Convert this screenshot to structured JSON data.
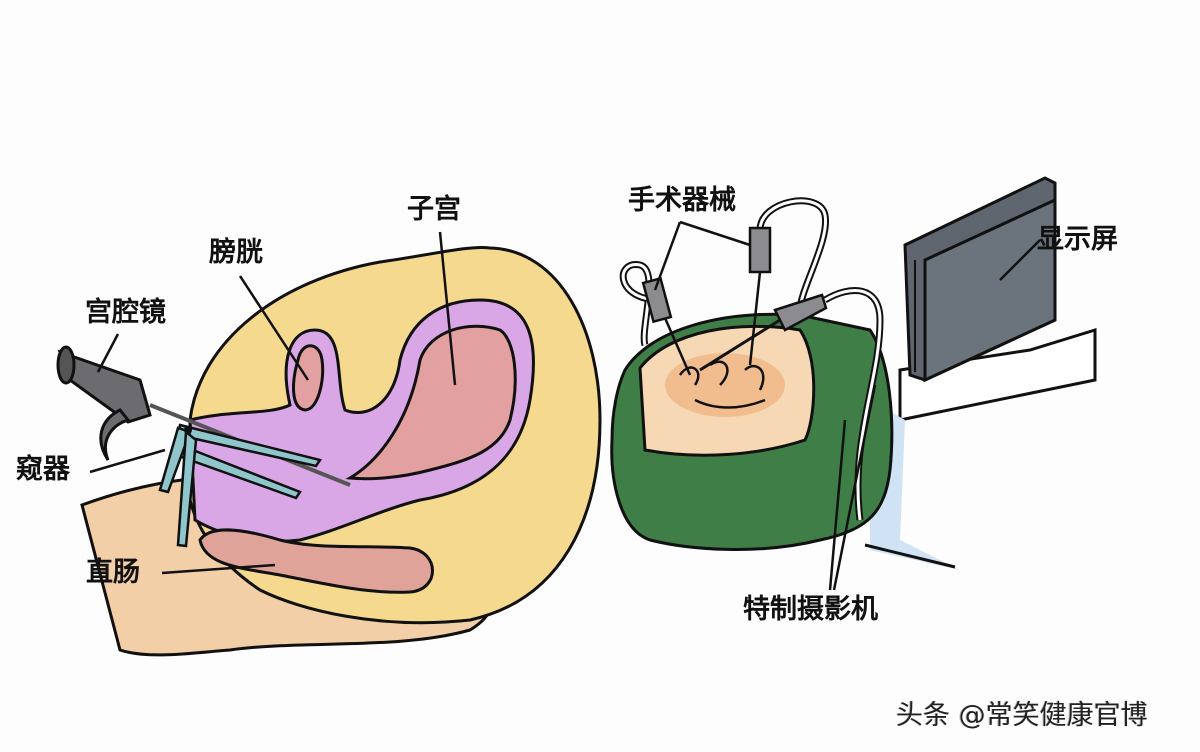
{
  "left_diagram": {
    "title": "Hysteroscopy sagittal view",
    "labels": {
      "uterus": "子宫",
      "bladder": "膀胱",
      "hysteroscope": "宫腔镜",
      "speculum": "窥器",
      "rectum": "直肠"
    }
  },
  "right_diagram": {
    "title": "Laparoscopy setup",
    "labels": {
      "surgical_instruments": "手术器械",
      "monitor": "显示屏",
      "special_camera": "特制摄影机"
    }
  },
  "watermark": "头条 @常笑健康官博",
  "colors": {
    "body_yellow": "#f5d98e",
    "body_skin": "#f2cfa6",
    "organ_lilac": "#d9a6e6",
    "organ_pink": "#e3a0a0",
    "drape_green": "#3f7f47",
    "monitor_gray": "#5f6670",
    "instrument_teal": "#8fc6cc",
    "table_blue": "#cfe3f5"
  }
}
